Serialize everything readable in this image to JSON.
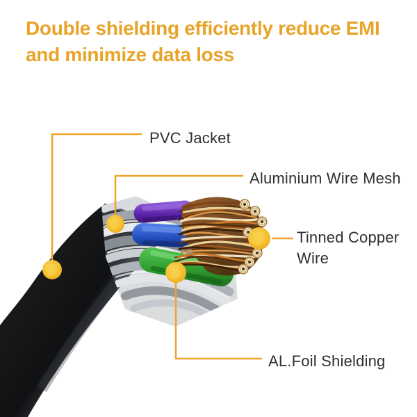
{
  "title": {
    "line1": "Double shielding efficiently reduce EMI",
    "line2": "and minimize data loss"
  },
  "callouts": {
    "pvc_jacket": {
      "label": "PVC Jacket"
    },
    "aluminium_wire_mesh": {
      "label": "Aluminium Wire Mesh"
    },
    "tinned_copper_wire": {
      "line1": "Tinned Copper",
      "line2": "Wire"
    },
    "al_foil_shielding": {
      "label": "AL.Foil Shielding"
    }
  },
  "illustration": {
    "description": "Stripped cable cutaway photo showing shielding layers",
    "layers": [
      "PVC Jacket",
      "Aluminium Wire Mesh",
      "AL.Foil Shielding",
      "Tinned Copper Wire"
    ]
  },
  "colors": {
    "background": "#FFFFFF",
    "title_text": "#E8A429",
    "label_text": "#2F2F2F",
    "leader_line": "#F0A42C",
    "marker_dot": "#F3B82B",
    "jacket_black": "#1B1D20",
    "mesh_silver": "#C9CDD3",
    "wire_purple": "#6B2FB5",
    "wire_blue": "#2E56C8",
    "wire_green": "#2FA12F",
    "copper": "#B5651D"
  }
}
